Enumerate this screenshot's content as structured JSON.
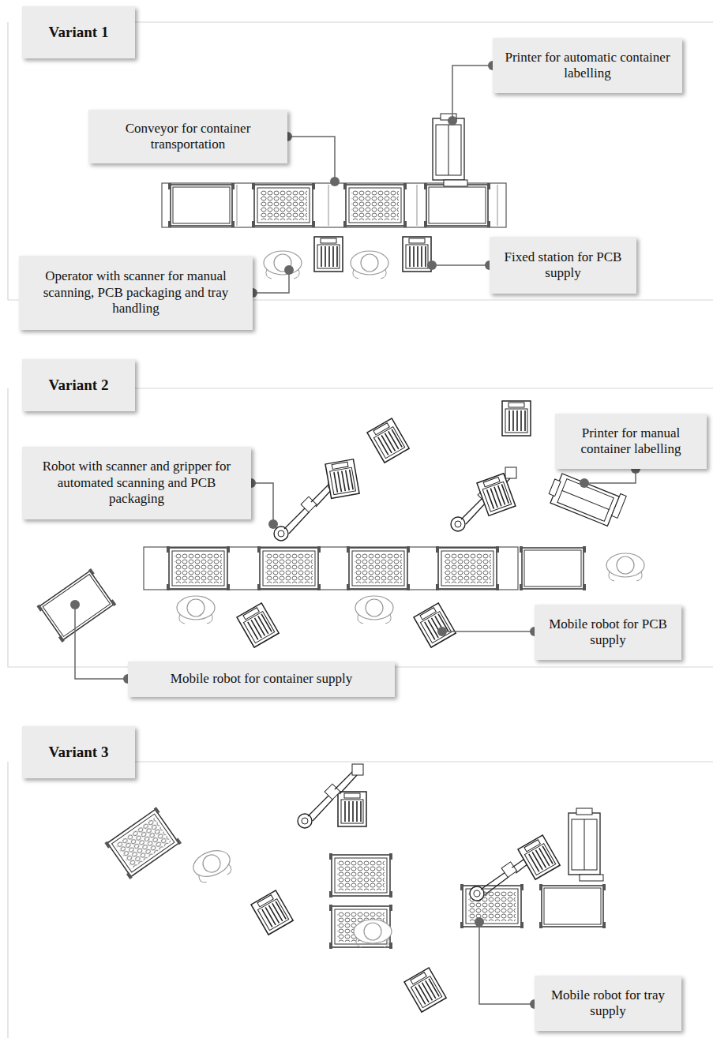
{
  "diagram": {
    "nodes": [
      {
        "text": [
          "Variant 1"
        ]
      },
      {
        "text": [
          "Printer for automatic container labelling"
        ]
      },
      {
        "text": [
          "Conveyor for container transportation"
        ]
      },
      {
        "text": [
          "Fixed station for PCB supply"
        ]
      },
      {
        "text": [
          "Operator with scanner for manual scanning, PCB packaging and tray handling"
        ]
      },
      {
        "text": [
          "Variant 2"
        ]
      },
      {
        "text": [
          "Printer for manual container labelling"
        ]
      },
      {
        "text": [
          "Robot with scanner and gripper for automated scanning and PCB packaging"
        ]
      },
      {
        "text": [
          "Mobile robot for PCB supply"
        ]
      },
      {
        "text": [
          "Mobile robot for container supply"
        ]
      },
      {
        "text": [
          "Variant 3"
        ]
      },
      {
        "text": [
          "Mobile robot for tray supply"
        ]
      }
    ]
  }
}
